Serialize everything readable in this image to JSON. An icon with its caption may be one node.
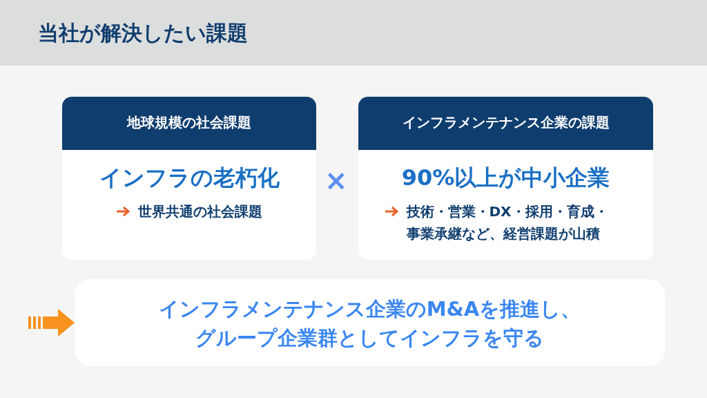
{
  "diagram": {
    "title": "当社が解決したい課題",
    "nodes": [
      {
        "text": [
          "地球規模の社会課題",
          "インフラの老朽化",
          "世界共通の社会課題"
        ]
      },
      {
        "text": [
          "インフラメンテナンス企業の課題",
          "90%以上が中小企業",
          "技術・営業・DX・採用・育成・事業承継など、経営課題が山積"
        ]
      },
      {
        "text": [
          "インフラメンテナンス企業のM&Aを推進し、グループ企業群としてインフラを守る"
        ]
      }
    ],
    "edges": [
      {
        "from": null,
        "to": 2,
        "arrow": "to",
        "color": "#f7931e"
      }
    ],
    "labels": [
      "×"
    ]
  }
}
